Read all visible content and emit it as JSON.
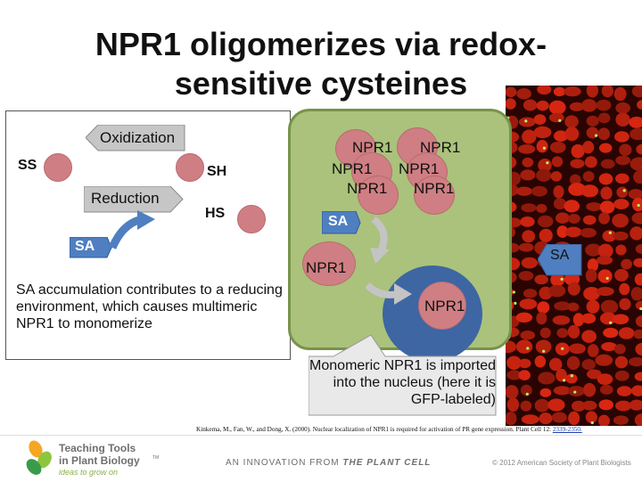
{
  "title": "NPR1 oligomerizes via redox-sensitive cysteines",
  "left_panel": {
    "oxidization_label": "Oxidization",
    "reduction_label": "Reduction",
    "ss_label": "SS",
    "sh_label": "SH",
    "hs_label": "HS",
    "sa_label": "SA",
    "caption": "SA accumulation contributes to a reducing environment, which causes multimeric NPR1 to monomerize"
  },
  "cell": {
    "npr1_labels": [
      "NPR1",
      "NPR1",
      "NPR1",
      "NPR1",
      "NPR1",
      "NPR1"
    ],
    "sa_label": "SA",
    "monomer_label": "NPR1",
    "nuclear_label": "NPR1"
  },
  "sa_right_label": "SA",
  "callout": "Monomeric NPR1 is imported into the nucleus (here it is GFP-labeled)",
  "citation_text": "Kinkema, M., Fan, W., and Dong, X. (2000). Nuclear localization of NPR1 is required for activation of PR gene expression. Plant Cell 12: ",
  "citation_link": "2339-2350.",
  "footer": {
    "logo_line1": "Teaching Tools",
    "logo_line2": "in Plant Biology",
    "logo_tm": "TM",
    "logo_tagline": "ideas to grow on",
    "innovation_prefix": "AN INNOVATION FROM ",
    "innovation_brand": "THE PLANT CELL",
    "copyright": "© 2012 American Society of Plant Biologists"
  },
  "colors": {
    "cell_green": "#aac27b",
    "nucleus_blue": "#3d66a3",
    "npr1_pink": "#cf7f83",
    "sa_blue": "#4f7fc0",
    "micrograph_red": "#b5281a"
  }
}
